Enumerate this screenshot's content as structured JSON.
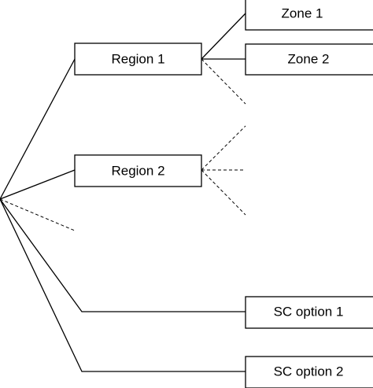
{
  "diagram": {
    "nodes": {
      "region1": "Region 1",
      "region2": "Region 2",
      "zone1": "Zone 1",
      "zone2": "Zone 2",
      "sc1": "SC option 1",
      "sc2": "SC option 2"
    },
    "colors": {
      "line": "#000000",
      "box_fill": "#ffffff",
      "background": "#ffffff"
    }
  }
}
